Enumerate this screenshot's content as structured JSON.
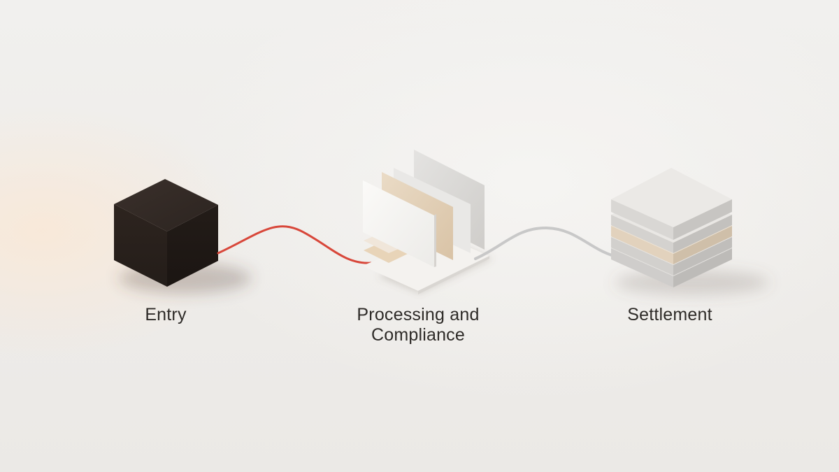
{
  "stages": [
    {
      "id": "entry",
      "label": "Entry",
      "color": "#2f2622"
    },
    {
      "id": "processing",
      "label": "Processing and\nCompliance",
      "color": "#ede3d5"
    },
    {
      "id": "settlement",
      "label": "Settlement",
      "color": "#e6e4e1"
    }
  ],
  "connectors": [
    {
      "from": "entry",
      "to": "processing",
      "color": "#d8473a"
    },
    {
      "from": "processing",
      "to": "settlement",
      "color": "#c8c8c8"
    }
  ]
}
